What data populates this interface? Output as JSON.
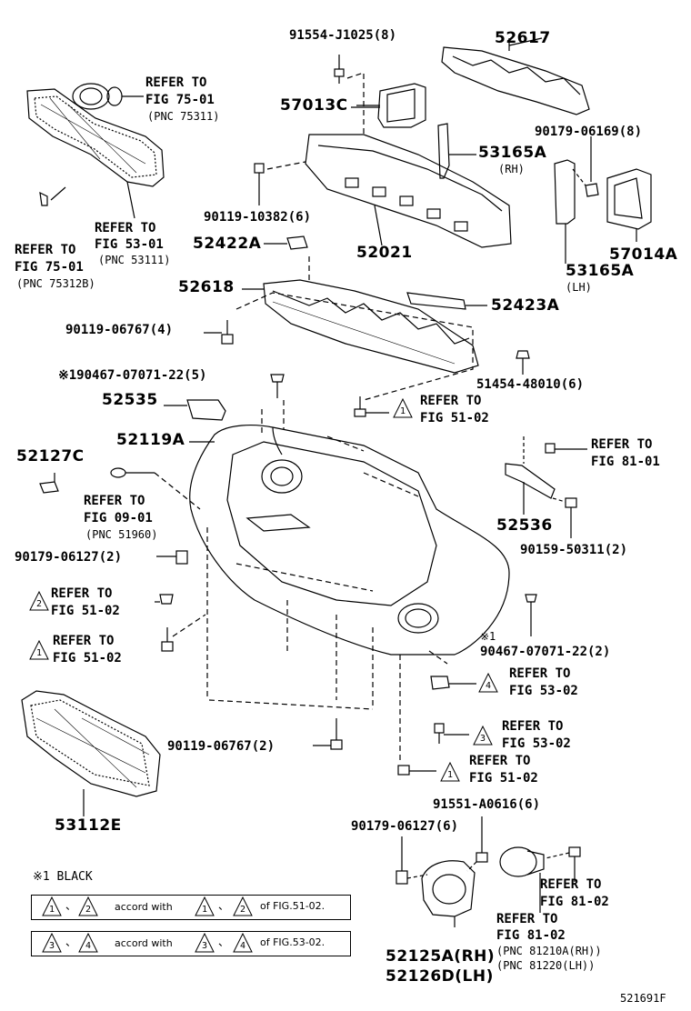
{
  "parts": {
    "p91554": "91554-J1025(8)",
    "p52617": "52617",
    "p57013C": "57013C",
    "p90179_06169": "90179-06169(8)",
    "p53165A_rh": "53165A",
    "p90119_10382": "90119-10382(6)",
    "p52021": "52021",
    "p52422A": "52422A",
    "p53165A_lh": "53165A",
    "p57014A": "57014A",
    "p52618": "52618",
    "p52423A": "52423A",
    "p90119_06767a": "90119-06767(4)",
    "p190467": "※190467-07071-22(5)",
    "p51454": "51454-48010(6)",
    "p52535": "52535",
    "p52119A": "52119A",
    "p52127C": "52127C",
    "p52536": "52536",
    "p90179_06127a": "90179-06127(2)",
    "p90159": "90159-50311(2)",
    "p90467b": "90467-07071-22(2)",
    "p90119_06767b": "90119-06767(2)",
    "p53112E": "53112E",
    "p91551": "91551-A0616(6)",
    "p90179_06127b": "90179-06127(6)",
    "p52125A": "52125A(RH)",
    "p52126D": "52126D(LH)",
    "star1": "※1"
  },
  "qualifiers": {
    "rh": "(RH)",
    "lh": "(LH)"
  },
  "refs": {
    "r1_a": "REFER TO",
    "r1_b": "FIG 75-01",
    "r1_c": "(PNC 75311)",
    "r2_a": "REFER TO",
    "r2_b": "FIG 53-01",
    "r2_c": "(PNC 53111)",
    "r3_a": "REFER TO",
    "r3_b": "FIG 75-01",
    "r3_c": "(PNC 75312B)",
    "r4_a": "REFER TO",
    "r4_b": "FIG 51-02",
    "r4_num": "1",
    "r5_a": "REFER TO",
    "r5_b": "FIG 81-01",
    "r6_a": "REFER TO",
    "r6_b": "FIG 09-01",
    "r6_c": "(PNC 51960)",
    "r7_a": "REFER TO",
    "r7_b": "FIG 51-02",
    "r7_num": "2",
    "r8_a": "REFER TO",
    "r8_b": "FIG 51-02",
    "r8_num": "1",
    "r9_a": "REFER TO",
    "r9_b": "FIG 53-02",
    "r9_num": "4",
    "r10_a": "REFER TO",
    "r10_b": "FIG 53-02",
    "r10_num": "3",
    "r11_a": "REFER TO",
    "r11_b": "FIG 51-02",
    "r11_num": "1",
    "r12_a": "REFER TO",
    "r12_b": "FIG 81-02",
    "r13_a": "REFER TO",
    "r13_b": "FIG 81-02",
    "r13_c": "(PNC 81210A(RH))",
    "r13_d": "(PNC 81220(LH))"
  },
  "legend": {
    "note": "※1 BLACK",
    "row1": {
      "n1": "1",
      "sep": "、",
      "n2": "2",
      "text": "accord with",
      "n3": "1",
      "sep2": "、",
      "n4": "2",
      "suffix": "of FIG.51-02."
    },
    "row2": {
      "n1": "3",
      "sep": "、",
      "n2": "4",
      "text": "accord with",
      "n3": "3",
      "sep2": "、",
      "n4": "4",
      "suffix": "of FIG.53-02."
    }
  },
  "figure_code": "521691F"
}
